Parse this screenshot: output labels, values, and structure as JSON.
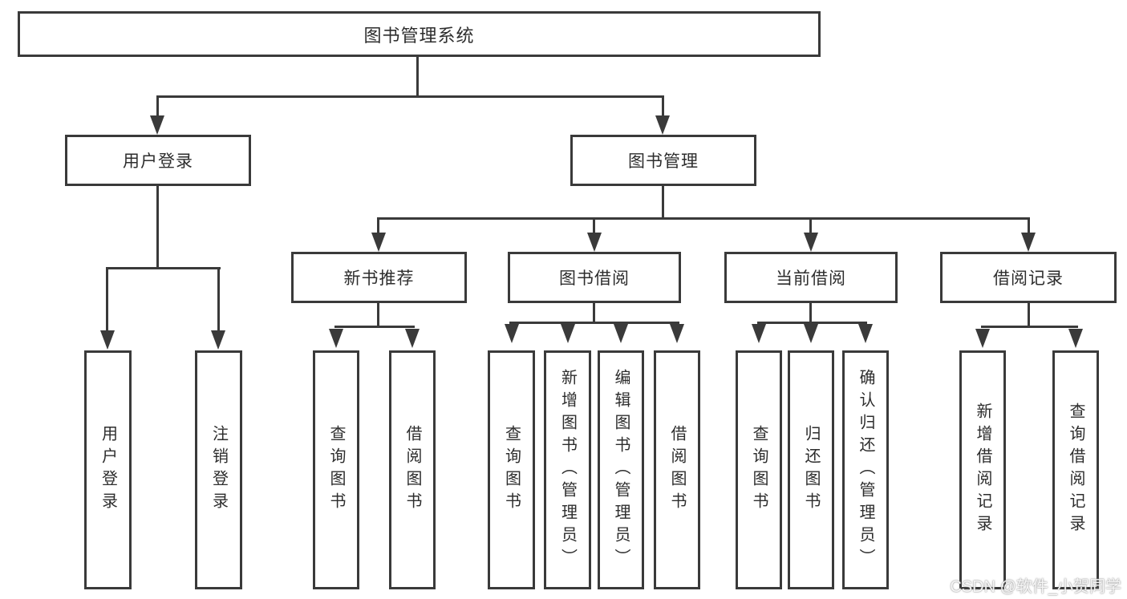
{
  "diagram_title": "图书管理系统",
  "root": {
    "label": "图书管理系统"
  },
  "branches": {
    "user_login": {
      "label": "用户登录",
      "children": [
        {
          "label": "用户登录"
        },
        {
          "label": "注销登录"
        }
      ]
    },
    "book_management": {
      "label": "图书管理",
      "children": [
        {
          "label": "新书推荐",
          "children": [
            {
              "label": "查询图书"
            },
            {
              "label": "借阅图书"
            }
          ]
        },
        {
          "label": "图书借阅",
          "children": [
            {
              "label": "查询图书"
            },
            {
              "label": "新增图书（管理员）"
            },
            {
              "label": "编辑图书（管理员）"
            },
            {
              "label": "借阅图书"
            }
          ]
        },
        {
          "label": "当前借阅",
          "children": [
            {
              "label": "查询图书"
            },
            {
              "label": "归还图书"
            },
            {
              "label": "确认归还（管理员）"
            }
          ]
        },
        {
          "label": "借阅记录",
          "children": [
            {
              "label": "新增借阅记录"
            },
            {
              "label": "查询借阅记录"
            }
          ]
        }
      ]
    }
  },
  "watermark": {
    "text": "CSDN @软件_小贺同学"
  },
  "colors": {
    "line": "#3a3a3a",
    "text": "#2d2d2d",
    "box_background": "#ffffff",
    "page_background": "#ffffff",
    "watermark": "#cccccc"
  }
}
